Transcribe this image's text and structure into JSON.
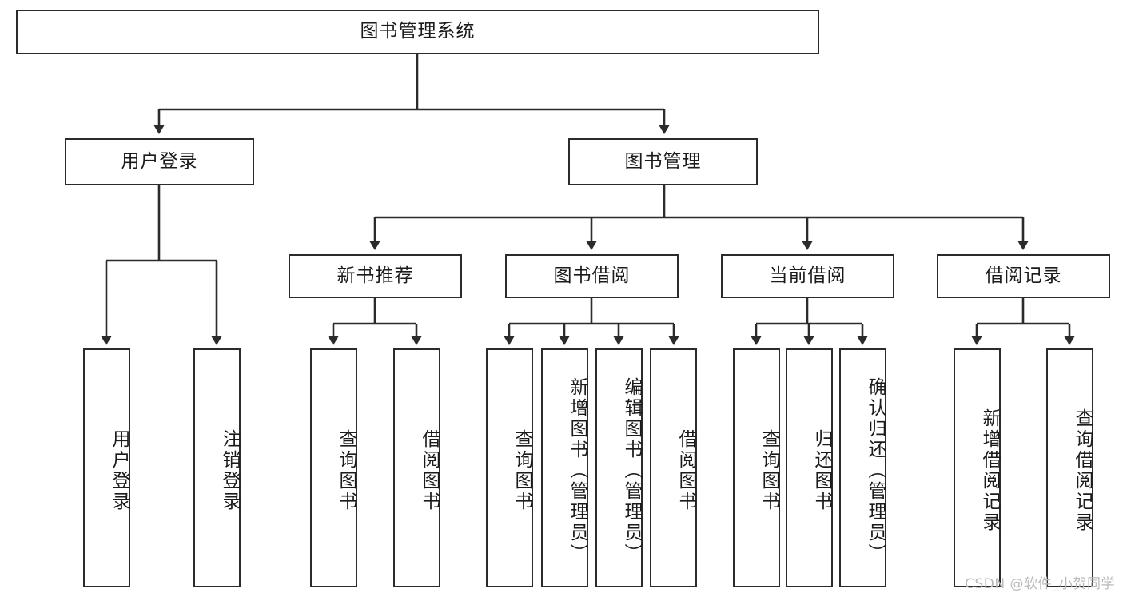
{
  "diagram": {
    "title": "图书管理系统",
    "type": "hierarchy-tree",
    "root": {
      "label": "图书管理系统"
    },
    "level2": [
      {
        "label": "用户登录"
      },
      {
        "label": "图书管理"
      }
    ],
    "level3": [
      {
        "label": "新书推荐"
      },
      {
        "label": "图书借阅"
      },
      {
        "label": "当前借阅"
      },
      {
        "label": "借阅记录"
      }
    ],
    "leaves_user_login": [
      {
        "label": "用户登录"
      },
      {
        "label": "注销登录"
      }
    ],
    "leaves_new_book": [
      {
        "label": "查询图书"
      },
      {
        "label": "借阅图书"
      }
    ],
    "leaves_borrow": [
      {
        "label": "查询图书"
      },
      {
        "label": "新增图书（管理员）"
      },
      {
        "label": "编辑图书（管理员）"
      },
      {
        "label": "借阅图书"
      }
    ],
    "leaves_current": [
      {
        "label": "查询图书"
      },
      {
        "label": "归还图书"
      },
      {
        "label": "确认归还（管理员）"
      }
    ],
    "leaves_records": [
      {
        "label": "新增借阅记录"
      },
      {
        "label": "查询借阅记录"
      }
    ],
    "colors": {
      "stroke": "#2b2b2b",
      "background": "#ffffff",
      "text": "#1b1b1b",
      "watermark": "#b9b9b9"
    }
  },
  "watermark": {
    "text": "CSDN @软件_小贺同学"
  }
}
